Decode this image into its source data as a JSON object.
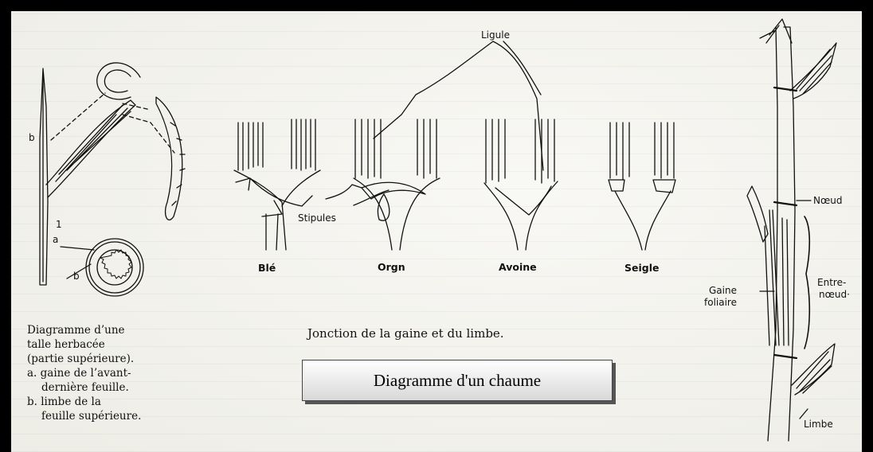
{
  "letters": {
    "b_top": "b",
    "one": "1",
    "a": "a",
    "b_bottom": "b"
  },
  "labels": {
    "ligule": "Ligule",
    "stipules": "Stipules",
    "noeud": "Nœud",
    "entre_noeud": [
      "Entre-",
      "nœud·"
    ],
    "gaine_foliaire": [
      "Gaine",
      "foliaire"
    ],
    "limbe": "Limbe"
  },
  "species": [
    "Blé",
    "Orgn",
    "Avoine",
    "Seigle"
  ],
  "caption_left": {
    "lines": [
      "Diagramme d’une",
      "talle herbacée",
      "(partie supérieure)."
    ],
    "items": [
      {
        "letter": "a.",
        "text": [
          "gaine de l’avant-",
          "dernière feuille."
        ]
      },
      {
        "letter": "b.",
        "text": [
          "limbe de la",
          "feuille supérieure."
        ]
      }
    ]
  },
  "caption_mid": "Jonction de la gaine et du limbe.",
  "title_box": "Diagramme d'un chaume"
}
